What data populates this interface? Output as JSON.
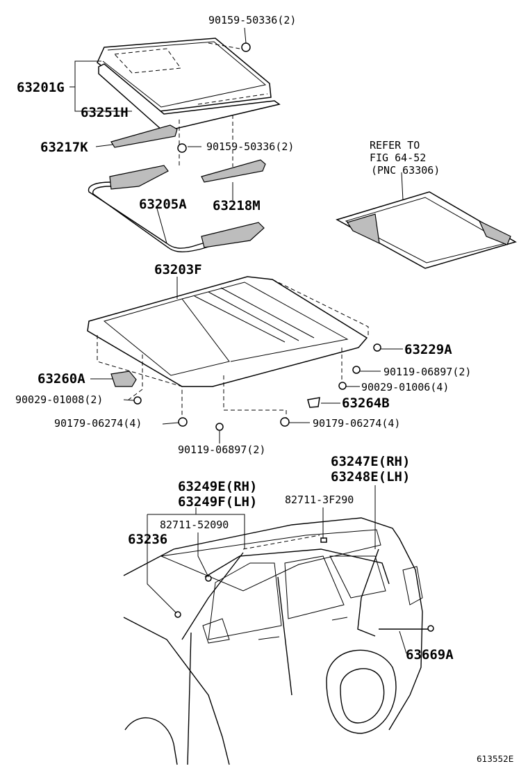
{
  "labels": {
    "p90159_top": "90159-50336(2)",
    "p63201G": "63201G",
    "p63251H": "63251H",
    "p63217K": "63217K",
    "p90159_mid": "90159-50336(2)",
    "refer1": "REFER TO",
    "refer2": "FIG 64-52",
    "refer3": "(PNC 63306)",
    "p63205A": "63205A",
    "p63218M": "63218M",
    "p63203F": "63203F",
    "p63229A": "63229A",
    "p90119_r": "90119-06897(2)",
    "p63260A": "63260A",
    "p90029_r": "90029-01006(4)",
    "p90029_l": "90029-01008(2)",
    "p63264B": "63264B",
    "p90179_l": "90179-06274(4)",
    "p90179_r": "90179-06274(4)",
    "p90119_b": "90119-06897(2)",
    "p63247E": "63247E(RH)",
    "p63248E": "63248E(LH)",
    "p82711_3F": "82711-3F290",
    "p63249E": "63249E(RH)",
    "p63249F": "63249F(LH)",
    "p82711_52": "82711-52090",
    "p63236": "63236",
    "p63669A": "63669A",
    "footer_code": "613552E"
  }
}
